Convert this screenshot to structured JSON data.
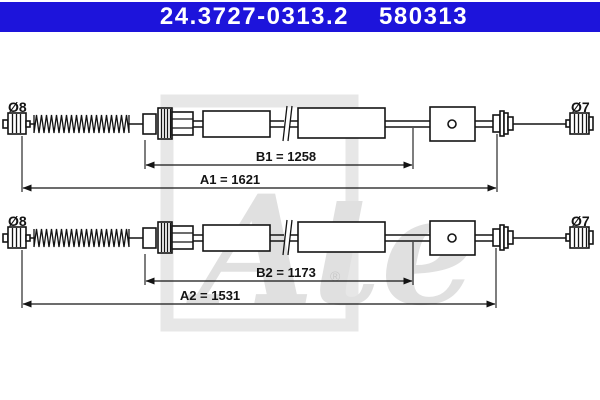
{
  "header": {
    "part_number": "24.3727-0313.2",
    "reference_number": "580313",
    "bg_color": "#1d14db",
    "text_color": "#ffffff"
  },
  "watermark": {
    "logo_text": "Ate",
    "registered_symbol": "®",
    "color": "#e0e0e0"
  },
  "cable_ends": {
    "left_diameter_label": "Ø8",
    "right_diameter_label": "Ø7"
  },
  "cables": [
    {
      "name": "upper-cable",
      "sheath_length": {
        "label": "B1 = 1258",
        "dimension": "B1",
        "value_mm": 1258
      },
      "overall_length": {
        "label": "A1 = 1621",
        "dimension": "A1",
        "value_mm": 1621
      }
    },
    {
      "name": "lower-cable",
      "sheath_length": {
        "label": "B2 = 1173",
        "dimension": "B2",
        "value_mm": 1173
      },
      "overall_length": {
        "label": "A2 = 1531",
        "dimension": "A2",
        "value_mm": 1531
      }
    }
  ],
  "colors": {
    "header_bg": "#1d14db",
    "drawing_line": "#141414",
    "watermark_gray": "#e0e0e0",
    "background": "#ffffff"
  }
}
